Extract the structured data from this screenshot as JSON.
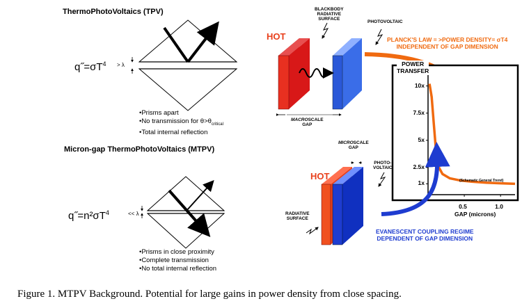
{
  "tpv": {
    "title": "ThermoPhotoVoltaics (TPV)",
    "equation_main": "q˝=σT",
    "equation_exp": "4",
    "lambda_label": "> λ",
    "bullets": [
      "•Prisms apart",
      "•No transmission for θ>θ",
      "•Total internal reflection"
    ],
    "bullet_sub": "critical",
    "hot": "HOT",
    "blackbody": "BLACKBODY\nRADIATIVE\nSURFACE",
    "photovoltaic": "PHOTOVOLTAIC",
    "gap_label_emph": "MACRO",
    "gap_label_rest": "SCALE\nGAP"
  },
  "mtpv": {
    "title": "Micron-gap ThermoPhotoVoltaics (MTPV)",
    "equation_main": "q˝=n²σT",
    "equation_exp": "4",
    "lambda_label": "<< λ",
    "bullets": [
      "•Prisms in close proximity",
      "•Complete transmission",
      "•No total internal reflection"
    ],
    "hot": "HOT",
    "gap_label_emph": "MICRO",
    "gap_label_rest": "SCALE\nGAP",
    "photovoltaic": "PHOTO-\nVOLTAIC",
    "radiative": "RADIATIVE\nSURFACE"
  },
  "planck": "PLANCK'S LAW = >POWER DENSITY= σT4\nINDEPENDENT OF GAP DIMENSION",
  "evanescent": "EVANESCENT COUPLING REGIME\nDEPENDENT OF GAP DIMENSION",
  "colors": {
    "hot": "#e8401c",
    "orange": "#f06a10",
    "blue": "#1e3cd0",
    "red_plate": "#d81818",
    "blue_plate": "#3a6de8"
  },
  "chart_data": {
    "type": "line",
    "title": "POWER\nTRANSFER",
    "xlabel": "GAP (microns)",
    "ylabel": "",
    "y_ticks": [
      "10x",
      "7.5x",
      "5x",
      "2.5x",
      "1x"
    ],
    "x_ticks": [
      "0.5",
      "1.0"
    ],
    "note": "(Schematic General Trend)",
    "xlim": [
      0,
      1.2
    ],
    "ylim": [
      0,
      11
    ],
    "series": [
      {
        "x": [
          0.02,
          0.05,
          0.08,
          0.11,
          0.15,
          0.2,
          0.3,
          0.45,
          0.6,
          0.8,
          1.0,
          1.2
        ],
        "y": [
          10.2,
          9.0,
          6.5,
          4.0,
          2.5,
          1.9,
          1.5,
          1.3,
          1.2,
          1.1,
          1.05,
          1.0
        ]
      }
    ]
  },
  "caption": "Figure 1.  MTPV Background.  Potential for large gains in power density from close spacing."
}
